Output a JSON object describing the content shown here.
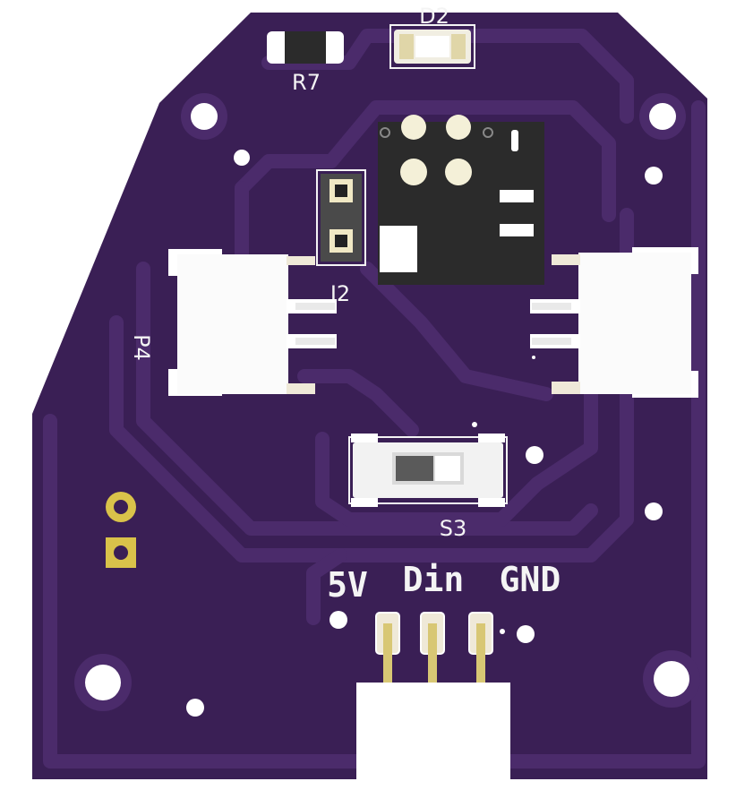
{
  "board": {
    "colors": {
      "soldermask": "#3a1f55",
      "trace": "#4b2b6b",
      "silkscreen": "#f4f4f4",
      "gold": "#d9c24a",
      "pad": "#efe9d8",
      "module": "#2b2b2b",
      "header_body": "#4a4a4a"
    }
  },
  "labels": {
    "d2": "D2",
    "r7": "R7",
    "j2": "J2",
    "p4": "P4",
    "s3": "S3",
    "pin_5v": "5V",
    "pin_din": "Din",
    "pin_gnd": "GND"
  }
}
